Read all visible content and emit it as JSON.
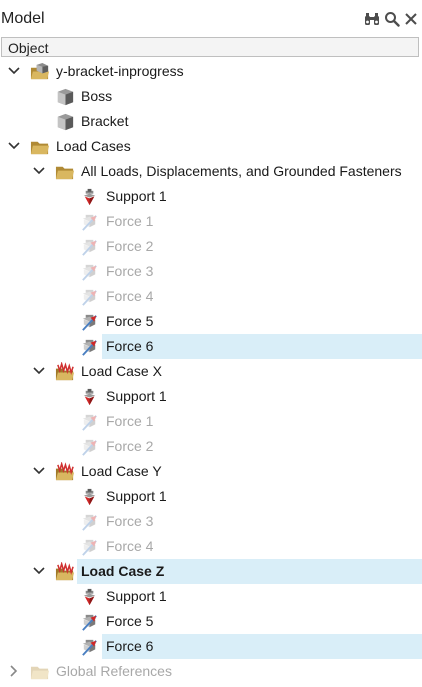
{
  "panel": {
    "title": "Model",
    "toolbar": [
      {
        "name": "binoculars-icon"
      },
      {
        "name": "search-icon"
      },
      {
        "name": "close-icon"
      }
    ],
    "column_header": "Object"
  },
  "tree": [
    {
      "id": "y-bracket",
      "label": "y-bracket-inprogress",
      "depth": 0,
      "expand": "open",
      "icon": "assembly-icon",
      "state": "normal",
      "sel": false
    },
    {
      "id": "boss",
      "label": "Boss",
      "depth": 1,
      "expand": "none",
      "icon": "part-icon",
      "state": "normal",
      "sel": false
    },
    {
      "id": "bracket",
      "label": "Bracket",
      "depth": 1,
      "expand": "none",
      "icon": "part-icon",
      "state": "normal",
      "sel": false
    },
    {
      "id": "load-cases",
      "label": "Load Cases",
      "depth": 0,
      "expand": "open",
      "icon": "folder-icon",
      "state": "normal",
      "sel": false
    },
    {
      "id": "all-loads",
      "label": "All Loads, Displacements, and Grounded Fasteners",
      "depth": 1,
      "expand": "open",
      "icon": "folder-icon",
      "state": "normal",
      "sel": false
    },
    {
      "id": "support-1-a",
      "label": "Support 1",
      "depth": 2,
      "expand": "none",
      "icon": "support-icon",
      "state": "normal",
      "sel": false
    },
    {
      "id": "force-1-a",
      "label": "Force 1",
      "depth": 2,
      "expand": "none",
      "icon": "force-icon",
      "state": "dim",
      "sel": false
    },
    {
      "id": "force-2-a",
      "label": "Force 2",
      "depth": 2,
      "expand": "none",
      "icon": "force-icon",
      "state": "dim",
      "sel": false
    },
    {
      "id": "force-3-a",
      "label": "Force 3",
      "depth": 2,
      "expand": "none",
      "icon": "force-icon",
      "state": "dim",
      "sel": false
    },
    {
      "id": "force-4-a",
      "label": "Force 4",
      "depth": 2,
      "expand": "none",
      "icon": "force-icon",
      "state": "dim",
      "sel": false
    },
    {
      "id": "force-5-a",
      "label": "Force 5",
      "depth": 2,
      "expand": "none",
      "icon": "force-icon",
      "state": "normal",
      "sel": false
    },
    {
      "id": "force-6-a",
      "label": "Force 6",
      "depth": 2,
      "expand": "none",
      "icon": "force-icon",
      "state": "normal",
      "sel": true
    },
    {
      "id": "load-case-x",
      "label": "Load Case X",
      "depth": 1,
      "expand": "open",
      "icon": "loadcase-icon",
      "state": "normal",
      "sel": false
    },
    {
      "id": "support-1-x",
      "label": "Support 1",
      "depth": 2,
      "expand": "none",
      "icon": "support-icon",
      "state": "normal",
      "sel": false
    },
    {
      "id": "force-1-x",
      "label": "Force 1",
      "depth": 2,
      "expand": "none",
      "icon": "force-icon",
      "state": "dim",
      "sel": false
    },
    {
      "id": "force-2-x",
      "label": "Force 2",
      "depth": 2,
      "expand": "none",
      "icon": "force-icon",
      "state": "dim",
      "sel": false
    },
    {
      "id": "load-case-y",
      "label": "Load Case Y",
      "depth": 1,
      "expand": "open",
      "icon": "loadcase-icon",
      "state": "normal",
      "sel": false
    },
    {
      "id": "support-1-y",
      "label": "Support 1",
      "depth": 2,
      "expand": "none",
      "icon": "support-icon",
      "state": "normal",
      "sel": false
    },
    {
      "id": "force-3-y",
      "label": "Force 3",
      "depth": 2,
      "expand": "none",
      "icon": "force-icon",
      "state": "dim",
      "sel": false
    },
    {
      "id": "force-4-y",
      "label": "Force 4",
      "depth": 2,
      "expand": "none",
      "icon": "force-icon",
      "state": "dim",
      "sel": false
    },
    {
      "id": "load-case-z",
      "label": "Load Case Z",
      "depth": 1,
      "expand": "open",
      "icon": "loadcase-icon",
      "state": "active",
      "sel": true
    },
    {
      "id": "support-1-z",
      "label": "Support 1",
      "depth": 2,
      "expand": "none",
      "icon": "support-icon",
      "state": "normal",
      "sel": false
    },
    {
      "id": "force-5-z",
      "label": "Force 5",
      "depth": 2,
      "expand": "none",
      "icon": "force-icon",
      "state": "normal",
      "sel": false
    },
    {
      "id": "force-6-z",
      "label": "Force 6",
      "depth": 2,
      "expand": "none",
      "icon": "force-icon",
      "state": "normal",
      "sel": true
    },
    {
      "id": "global-references",
      "label": "Global References",
      "depth": 0,
      "expand": "closed",
      "icon": "folder-icon",
      "state": "dim",
      "sel": false
    }
  ],
  "colors": {
    "selection": "#d9eef8",
    "dim_text": "#a8a8a8",
    "folder": "#c9a650",
    "support_red": "#d02828",
    "force_blue": "#4a7fc1"
  }
}
